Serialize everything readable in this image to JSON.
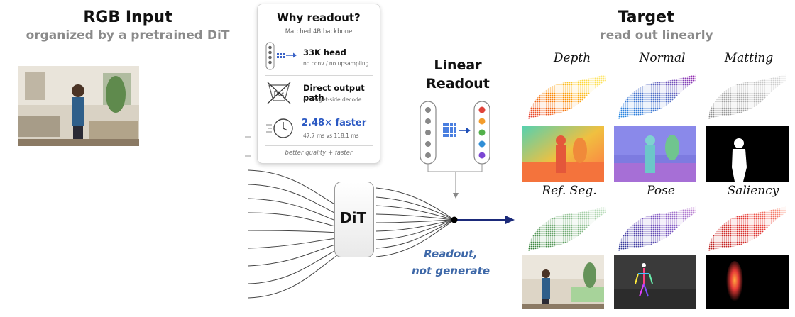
{
  "left": {
    "title": "RGB Input",
    "subtitle": "organized by a pretrained DiT"
  },
  "why_panel": {
    "title": "Why readout?",
    "subtitle": "Matched 4B backbone",
    "rows": [
      {
        "main": "33K head",
        "sub": "no conv / no upsampling",
        "icon": "linear-head-icon"
      },
      {
        "main": "Direct output path",
        "sub": "no target-side decode",
        "icon": "decoder-crossed-icon",
        "icon_text": "Dec"
      },
      {
        "main": "2.48× faster",
        "sub": "47.7 ms vs 118.1 ms",
        "icon": "clock-icon"
      }
    ],
    "footer": "better quality + faster"
  },
  "dit": {
    "label": "DiT"
  },
  "linear_readout": {
    "title_line1": "Linear",
    "title_line2": "Readout"
  },
  "caption": {
    "line1": "Readout,",
    "line2": "not generate"
  },
  "right": {
    "title": "Target",
    "subtitle": "read out linearly",
    "tasks": [
      "Depth",
      "Normal",
      "Matting",
      "Ref. Seg.",
      "Pose",
      "Saliency"
    ]
  },
  "colors": {
    "arrow_navy": "#1b2a7a",
    "accent_blue": "#2b59c3",
    "caption_blue": "#3e68a8",
    "readout_dots": [
      "#e0433a",
      "#f39c2b",
      "#52b04a",
      "#2f8ed6",
      "#7b46d3"
    ]
  }
}
